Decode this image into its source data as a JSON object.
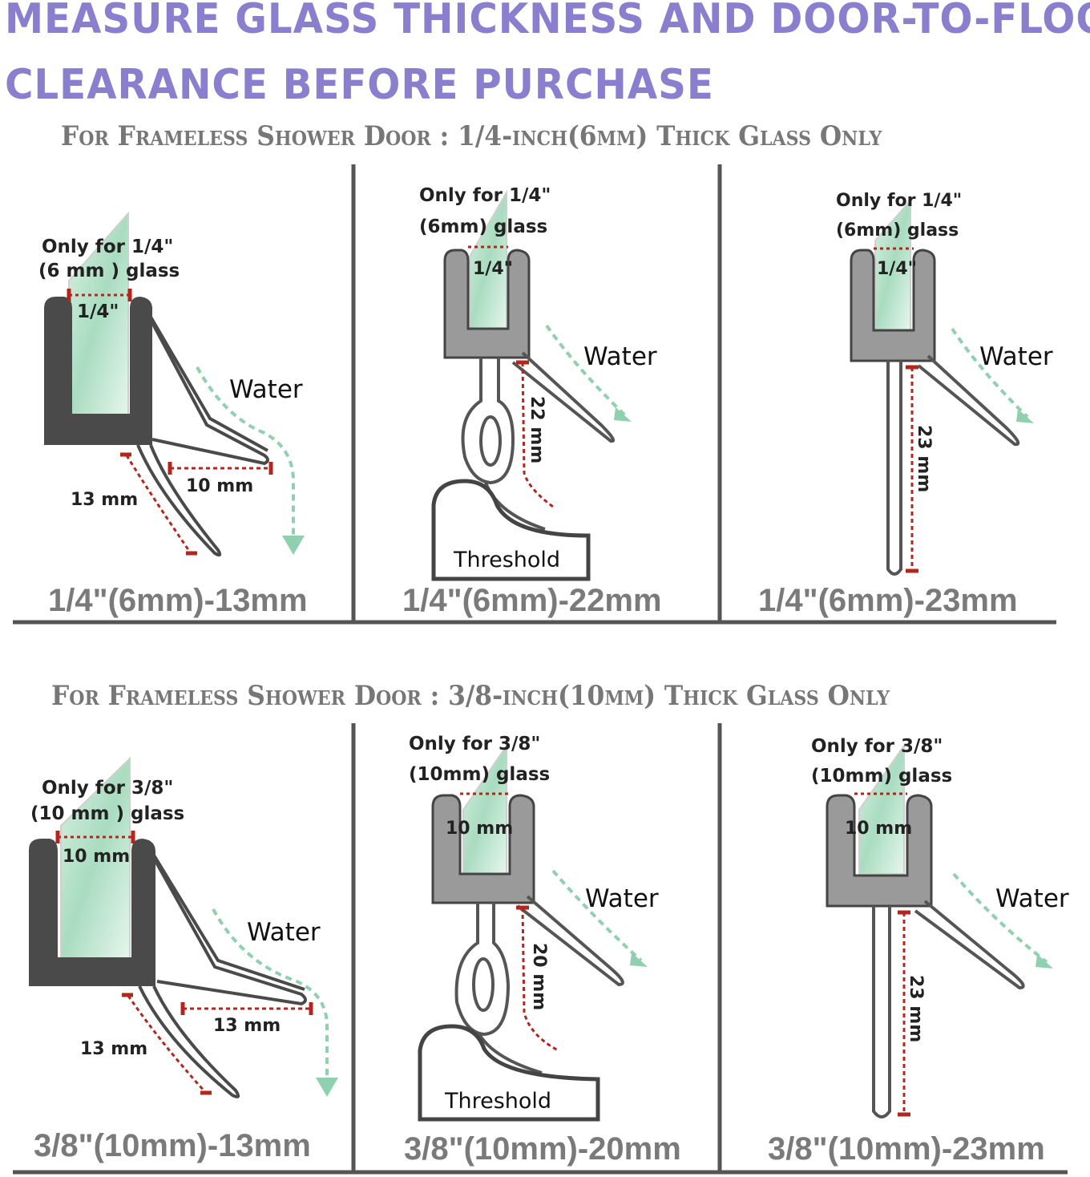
{
  "header": {
    "line1": "Measure glass thickness and door-to-floor",
    "line2": "clearance before purchase"
  },
  "sections": [
    {
      "title": "For Frameless Shower Door : 1/4-inch(6mm) Thick Glass Only",
      "panels": [
        {
          "note_line1": "Only for 1/4\"",
          "note_line2": "(6 mm ) glass",
          "glass_label": "1/4\"",
          "water": "Water",
          "dim_a": "13 mm",
          "dim_b": "10 mm",
          "caption": "1/4\"(6mm)-13mm"
        },
        {
          "note_line1": "Only for 1/4\"",
          "note_line2": "(6mm) glass",
          "glass_label": "1/4\"",
          "water": "Water",
          "dim": "22 mm",
          "threshold": "Threshold",
          "caption": "1/4\"(6mm)-22mm"
        },
        {
          "note_line1": "Only for 1/4\"",
          "note_line2": "(6mm) glass",
          "glass_label": "1/4\"",
          "water": "Water",
          "dim": "23 mm",
          "caption": "1/4\"(6mm)-23mm"
        }
      ]
    },
    {
      "title": "For Frameless Shower Door : 3/8-inch(10mm) Thick Glass Only",
      "panels": [
        {
          "note_line1": "Only for 3/8\"",
          "note_line2": "(10 mm ) glass",
          "glass_label": "10 mm",
          "water": "Water",
          "dim_a": "13 mm",
          "dim_b": "13 mm",
          "caption": "3/8\"(10mm)-13mm"
        },
        {
          "note_line1": "Only for 3/8\"",
          "note_line2": "(10mm) glass",
          "glass_label": "10 mm",
          "water": "Water",
          "dim": "20 mm",
          "threshold": "Threshold",
          "caption": "3/8\"(10mm)-20mm"
        },
        {
          "note_line1": "Only for 3/8\"",
          "note_line2": "(10mm) glass",
          "glass_label": "10 mm",
          "water": "Water",
          "dim": "23 mm",
          "caption": "3/8\"(10mm)-23mm"
        }
      ]
    }
  ],
  "colors": {
    "headline": "#8a7fcf",
    "section_title": "#777777",
    "seal_dark": "#4a4a4a",
    "seal_grey": "#9a9a9a",
    "glass": "#bfe6cf",
    "dimension": "#b3261e",
    "water_arrow": "#8fd0ae"
  }
}
